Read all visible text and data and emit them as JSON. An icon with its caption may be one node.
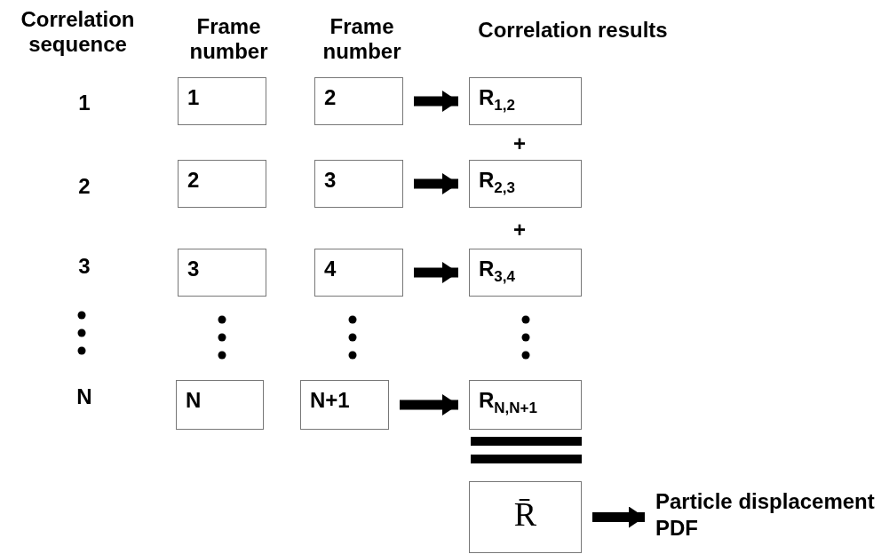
{
  "diagram": {
    "nodes": [
      {
        "text": [
          "1"
        ]
      },
      {
        "text": [
          "2"
        ]
      },
      {
        "text": [
          "R$_{1,2}$"
        ]
      },
      {
        "text": [
          "2"
        ]
      },
      {
        "text": [
          "3"
        ]
      },
      {
        "text": [
          "R$_{2,3}$"
        ]
      },
      {
        "text": [
          "3"
        ]
      },
      {
        "text": [
          "4"
        ]
      },
      {
        "text": [
          "R$_{3,4}$"
        ]
      },
      {
        "text": [
          "N"
        ]
      },
      {
        "text": [
          "N+1"
        ]
      },
      {
        "text": [
          "R$_{N,N+1}$"
        ]
      },
      {
        "text": [
          "R̄"
        ]
      },
      {
        "text": [
          "Particle displacement PDF"
        ]
      }
    ],
    "edges": [
      {
        "from": 1,
        "to": 2,
        "arrow": "to"
      },
      {
        "from": 4,
        "to": 5,
        "arrow": "to"
      },
      {
        "from": 7,
        "to": 8,
        "arrow": "to"
      },
      {
        "from": 10,
        "to": 11,
        "arrow": "to"
      },
      {
        "from": 12,
        "to": 13,
        "arrow": "to"
      }
    ],
    "labels": [
      "Correlation sequence",
      "Frame number",
      "Frame number",
      "Correlation results",
      "1",
      "+",
      "2",
      "+",
      "3",
      "N"
    ]
  }
}
